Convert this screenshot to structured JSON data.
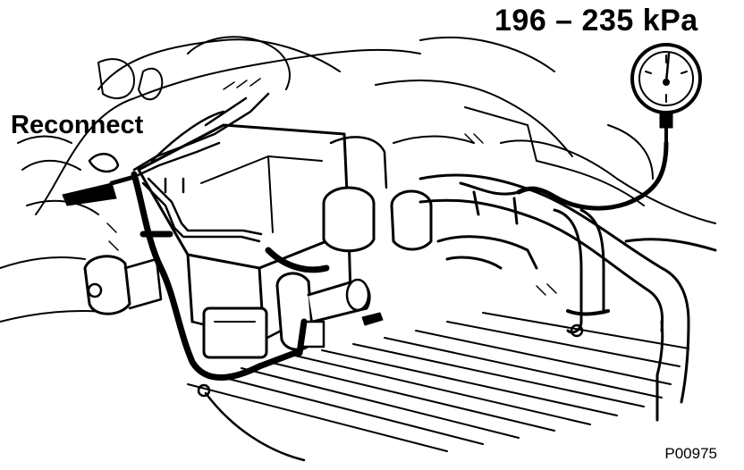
{
  "figure": {
    "pressure_label": "196 – 235 kPa",
    "reconnect_label": "Reconnect",
    "figure_code": "P00975"
  },
  "colors": {
    "ink": "#000000",
    "paper": "#ffffff"
  },
  "parts": [
    "pressure-gauge",
    "gauge-hose",
    "fuel-lines",
    "vacuum-hose",
    "intake-plenum",
    "throttle-body",
    "radiator-hoses",
    "grille-fins"
  ]
}
